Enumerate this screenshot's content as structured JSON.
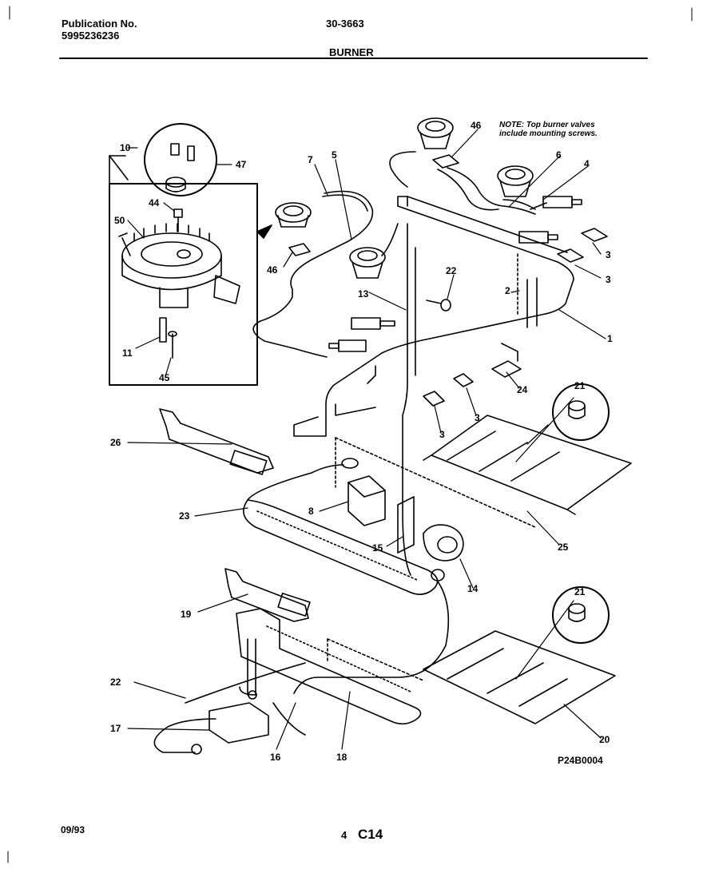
{
  "header": {
    "publication_label": "Publication No.",
    "publication_number": "5995236236",
    "model": "30-3663",
    "section_title": "BURNER"
  },
  "note": {
    "line1": "NOTE: Top burner valves",
    "line2": "include mounting screws."
  },
  "callouts": {
    "c10": "10",
    "c47": "47",
    "c44": "44",
    "c50": "50",
    "c11": "11",
    "c45": "45",
    "c7": "7",
    "c5": "5",
    "c46a": "46",
    "c46b": "46",
    "c6": "6",
    "c4": "4",
    "c3a": "3",
    "c3b": "3",
    "c3c": "3",
    "c3d": "3",
    "c2": "2",
    "c1": "1",
    "c22a": "22",
    "c13": "13",
    "c24": "24",
    "c21a": "21",
    "c26": "26",
    "c8": "8",
    "c23": "23",
    "c15": "15",
    "c14": "14",
    "c25": "25",
    "c19": "19",
    "c21b": "21",
    "c22b": "22",
    "c17": "17",
    "c16": "16",
    "c18": "18",
    "c20": "20"
  },
  "diagram_code": "P24B0004",
  "footer": {
    "date": "09/93",
    "page": "4",
    "code": "C14"
  }
}
